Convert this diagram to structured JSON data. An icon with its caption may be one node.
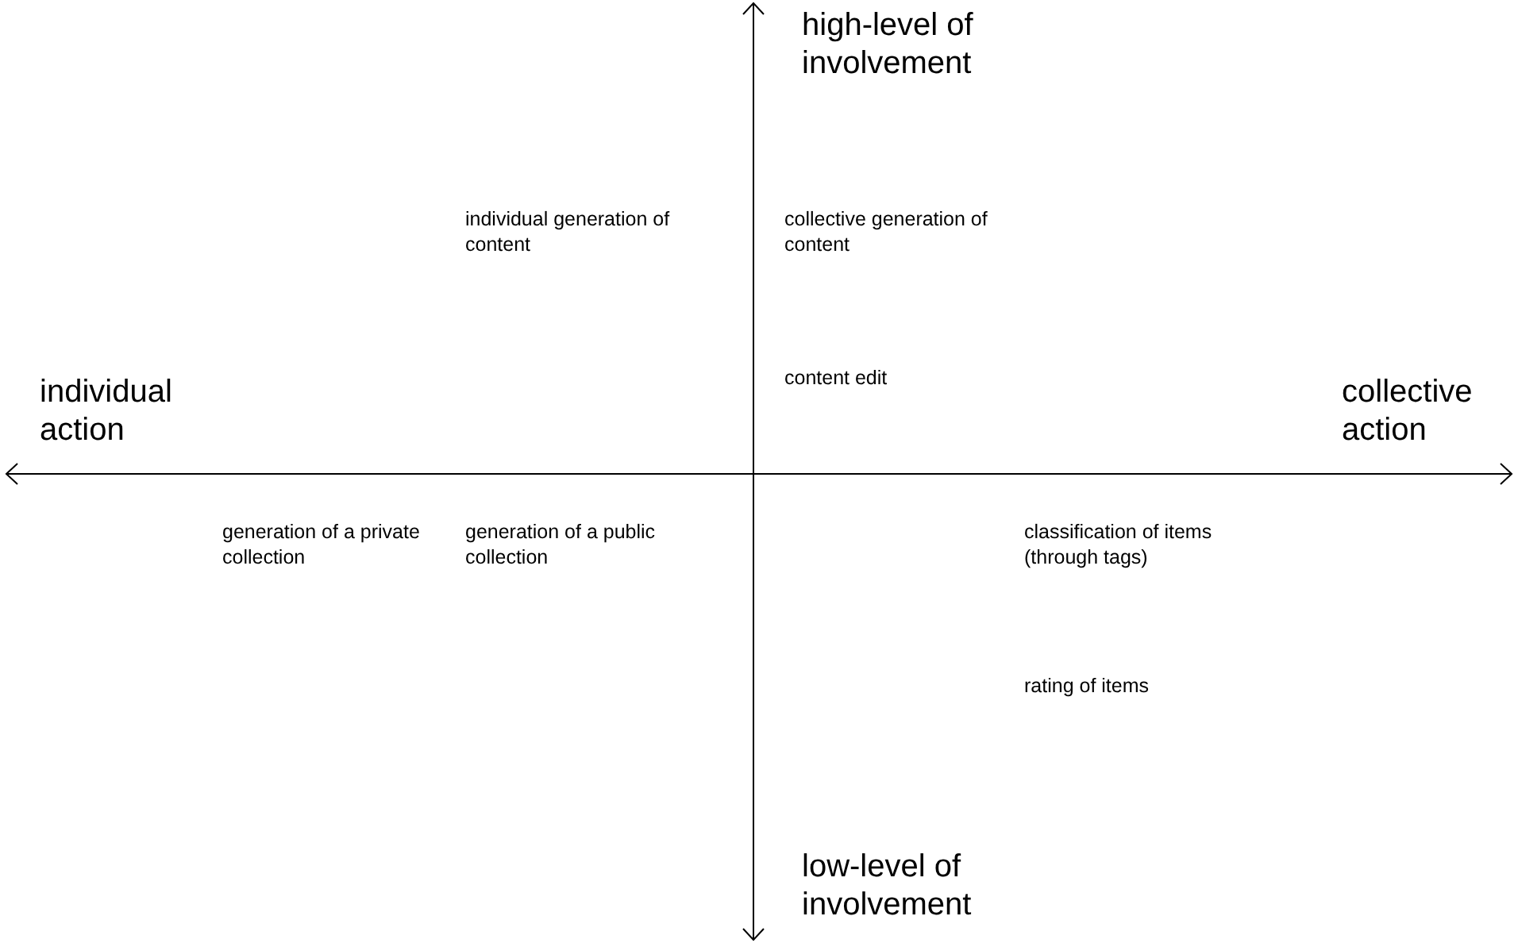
{
  "diagram": {
    "labels": [
      "high-level of involvement",
      "individual generation of content",
      "collective generation of content",
      "individual action",
      "content edit",
      "collective action",
      "generation of a private collection",
      "generation of a public collection",
      "classification of items (through tags)",
      "rating of items",
      "low-level of involvement"
    ]
  }
}
